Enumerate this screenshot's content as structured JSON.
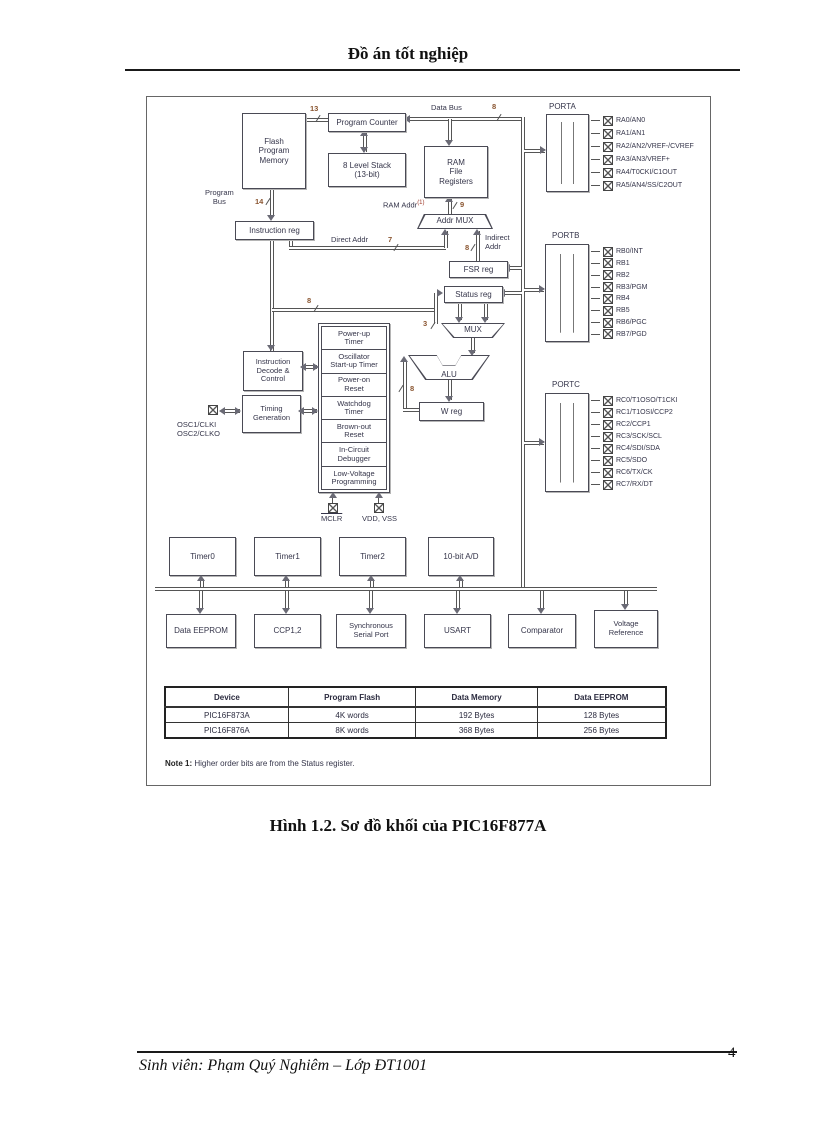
{
  "page": {
    "header": {
      "title": "Đồ án tốt nghiệp"
    },
    "caption": "Hình 1.2. Sơ đồ khối của PIC16F877A",
    "footer": {
      "text": "Sinh viên: Phạm Quý Nghiêm – Lớp ĐT1001",
      "page_number": "4"
    }
  },
  "diagram": {
    "blocks": {
      "flash": "Flash\nProgram\nMemory",
      "program_counter": "Program Counter",
      "stack": "8 Level Stack\n(13-bit)",
      "ram": "RAM\nFile\nRegisters",
      "instruction_reg": "Instruction reg",
      "addr_mux": "Addr MUX",
      "fsr": "FSR reg",
      "status": "Status reg",
      "mux": "MUX",
      "alu": "ALU",
      "w_reg": "W reg",
      "decode": "Instruction\nDecode &\nControl",
      "timing": "Timing\nGeneration"
    },
    "bus_labels": {
      "data_bus": "Data Bus",
      "program_bus": "Program\nBus",
      "ram_addr": "RAM Addr",
      "ram_addr_sup": "(1)",
      "direct_addr": "Direct Addr",
      "indirect_addr": "Indirect\nAddr"
    },
    "bus_widths": {
      "pc": "13",
      "ir": "14",
      "data": "8",
      "ram": "9",
      "direct": "7",
      "indirect": "8",
      "status": "8",
      "mux": "3",
      "alu": "8"
    },
    "ports": {
      "porta": {
        "title": "PORTA",
        "pins": [
          "RA0/AN0",
          "RA1/AN1",
          "RA2/AN2/VREF-/CVREF",
          "RA3/AN3/VREF+",
          "RA4/T0CKI/C1OUT",
          "RA5/AN4/SS/C2OUT"
        ]
      },
      "portb": {
        "title": "PORTB",
        "pins": [
          "RB0/INT",
          "RB1",
          "RB2",
          "RB3/PGM",
          "RB4",
          "RB5",
          "RB6/PGC",
          "RB7/PGD"
        ]
      },
      "portc": {
        "title": "PORTC",
        "pins": [
          "RC0/T1OSO/T1CKI",
          "RC1/T1OSI/CCP2",
          "RC2/CCP1",
          "RC3/SCK/SCL",
          "RC4/SDI/SDA",
          "RC5/SDO",
          "RC6/TX/CK",
          "RC7/RX/DT"
        ]
      }
    },
    "support_blocks": [
      "Power-up\nTimer",
      "Oscillator\nStart-up Timer",
      "Power-on\nReset",
      "Watchdog\nTimer",
      "Brown-out\nReset",
      "In-Circuit\nDebugger",
      "Low-Voltage\nProgramming"
    ],
    "osc_pins": "OSC1/CLKI\nOSC2/CLKO",
    "power_pins": {
      "mclr": "MCLR",
      "vdd_vss": "VDD, VSS"
    },
    "timers": [
      "Timer0",
      "Timer1",
      "Timer2",
      "10-bit A/D"
    ],
    "peripherals": [
      "Data EEPROM",
      "CCP1,2",
      "Synchronous\nSerial Port",
      "USART",
      "Comparator",
      "Voltage\nReference"
    ],
    "table": {
      "headers": [
        "Device",
        "Program Flash",
        "Data Memory",
        "Data EEPROM"
      ],
      "rows": [
        [
          "PIC16F873A",
          "4K words",
          "192 Bytes",
          "128 Bytes"
        ],
        [
          "PIC16F876A",
          "8K words",
          "368 Bytes",
          "256 Bytes"
        ]
      ]
    },
    "note": {
      "label": "Note 1:",
      "text": "Higher order bits are from the Status register."
    }
  }
}
